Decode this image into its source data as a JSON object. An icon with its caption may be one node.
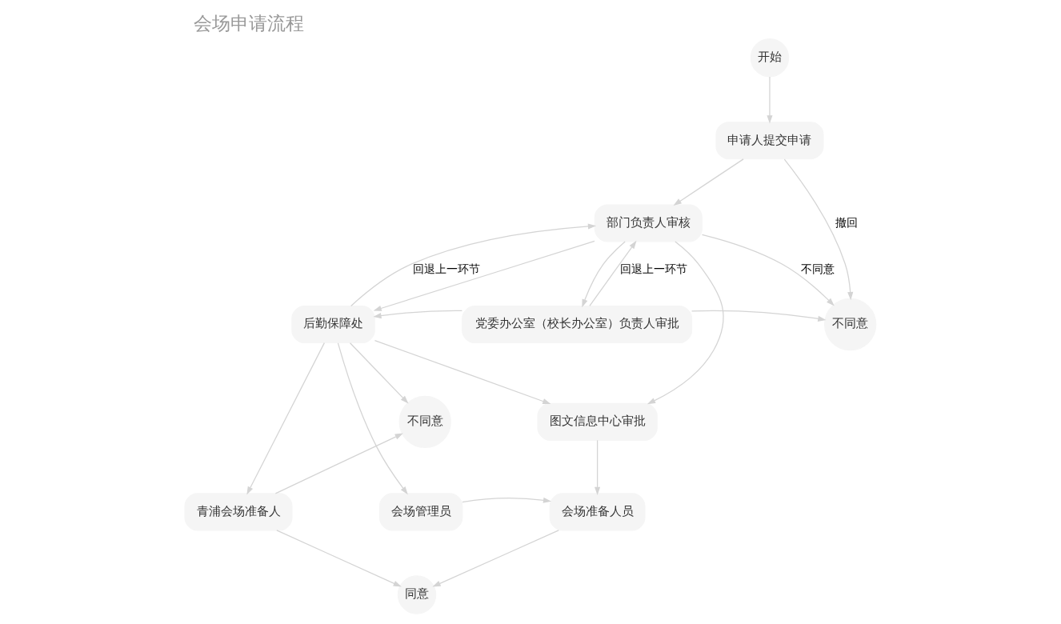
{
  "diagram": {
    "title": "会场申请流程",
    "nodes": [
      {
        "text": [
          "开始"
        ]
      },
      {
        "text": [
          "申请人提交申请"
        ]
      },
      {
        "text": [
          "部门负责人审核"
        ]
      },
      {
        "text": [
          "后勤保障处"
        ]
      },
      {
        "text": [
          "党委办公室（校长办公室）负责人审批"
        ]
      },
      {
        "text": [
          "不同意"
        ]
      },
      {
        "text": [
          "不同意"
        ]
      },
      {
        "text": [
          "图文信息中心审批"
        ]
      },
      {
        "text": [
          "青浦会场准备人"
        ]
      },
      {
        "text": [
          "会场管理员"
        ]
      },
      {
        "text": [
          "会场准备人员"
        ]
      },
      {
        "text": [
          "同意"
        ]
      }
    ],
    "edges": [
      {
        "from": 0,
        "to": 1,
        "arrow": "to"
      },
      {
        "from": 1,
        "to": 2,
        "arrow": "to"
      },
      {
        "from": 1,
        "to": 5,
        "arrow": "to",
        "label": "撤回"
      },
      {
        "from": 2,
        "to": 3,
        "arrow": "to"
      },
      {
        "from": 3,
        "to": 2,
        "arrow": "to",
        "label": "回退上一环节"
      },
      {
        "from": 2,
        "to": 4,
        "arrow": "to"
      },
      {
        "from": 4,
        "to": 2,
        "arrow": "to",
        "label": "回退上一环节"
      },
      {
        "from": 2,
        "to": 5,
        "arrow": "to",
        "label": "不同意"
      },
      {
        "from": 2,
        "to": 7,
        "arrow": "to"
      },
      {
        "from": 4,
        "to": 3,
        "arrow": "to"
      },
      {
        "from": 4,
        "to": 5,
        "arrow": "to"
      },
      {
        "from": 3,
        "to": 6,
        "arrow": "to"
      },
      {
        "from": 3,
        "to": 8,
        "arrow": "to"
      },
      {
        "from": 3,
        "to": 9,
        "arrow": "to"
      },
      {
        "from": 3,
        "to": 7,
        "arrow": "to"
      },
      {
        "from": 8,
        "to": 6,
        "arrow": "to"
      },
      {
        "from": 8,
        "to": 11,
        "arrow": "to"
      },
      {
        "from": 9,
        "to": 10,
        "arrow": "to"
      },
      {
        "from": 7,
        "to": 10,
        "arrow": "to"
      },
      {
        "from": 10,
        "to": 11,
        "arrow": "to"
      }
    ]
  }
}
